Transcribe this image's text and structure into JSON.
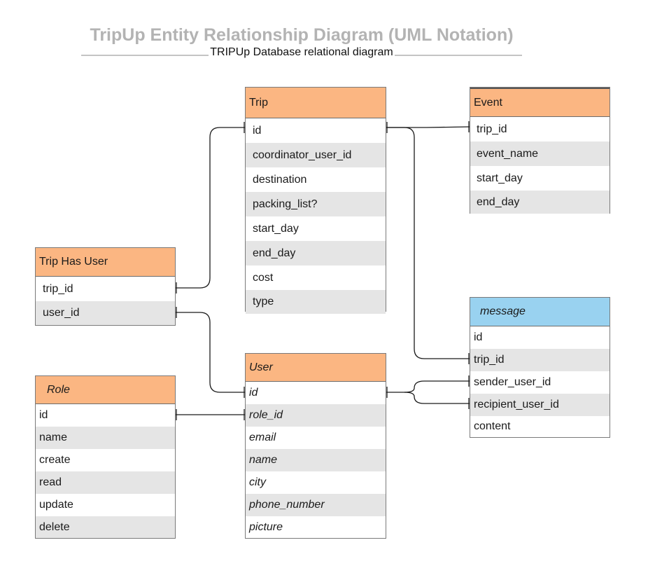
{
  "title": "TripUp Entity Relationship Diagram (UML Notation)",
  "subtitle": "TRIPUp Database relational diagram",
  "entities": {
    "trip": {
      "name": "Trip",
      "fields": [
        "id",
        "coordinator_user_id",
        "destination",
        "packing_list?",
        "start_day",
        "end_day",
        "cost",
        "type"
      ]
    },
    "event": {
      "name": "Event",
      "fields": [
        "trip_id",
        "event_name",
        "start_day",
        "end_day"
      ]
    },
    "trip_has_user": {
      "name": "Trip Has User",
      "fields": [
        "trip_id",
        "user_id"
      ]
    },
    "message": {
      "name": "message",
      "fields": [
        "id",
        "trip_id",
        "sender_user_id",
        "recipient_user_id",
        "content"
      ]
    },
    "role": {
      "name": "Role",
      "fields": [
        "id",
        "name",
        "create",
        "read",
        "update",
        "delete"
      ]
    },
    "user": {
      "name": "User",
      "fields": [
        "id",
        "role_id",
        "email",
        "name",
        "city",
        "phone_number",
        "picture"
      ]
    }
  },
  "colors": {
    "entity_header": "#fbb682",
    "message_header": "#99d2f0",
    "alt_row": "#e5e5e5",
    "title": "#b3b3b3"
  }
}
